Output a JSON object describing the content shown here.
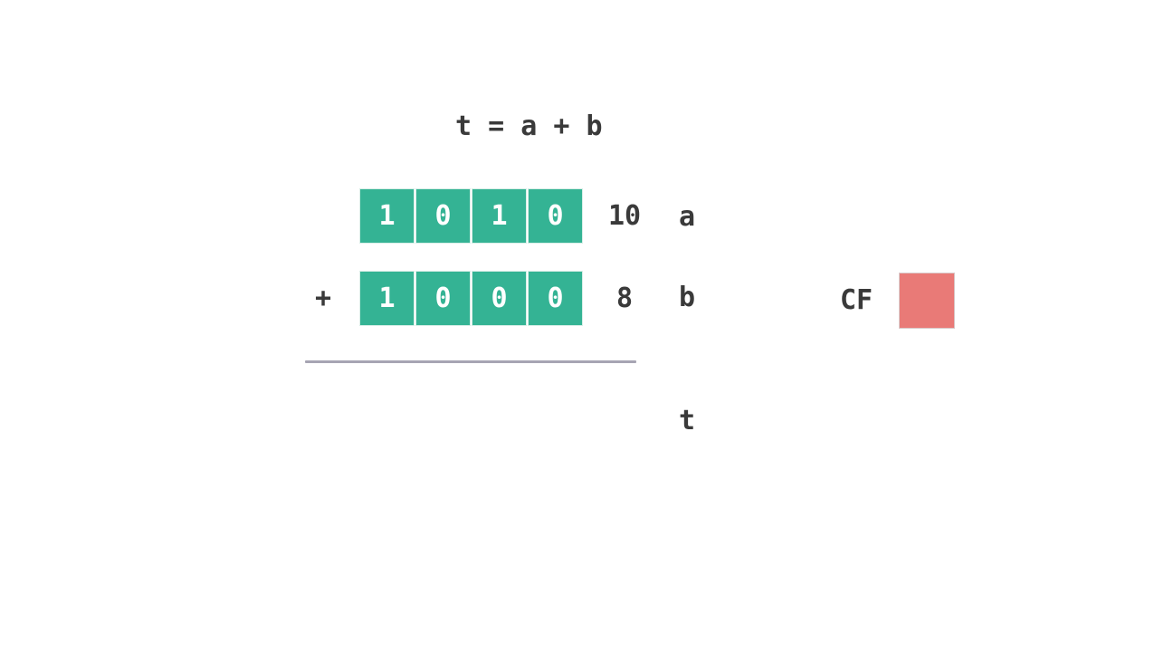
{
  "equation": "t = a + b",
  "operand_a": {
    "name": "a",
    "bits": [
      "1",
      "0",
      "1",
      "0"
    ],
    "decimal": "10"
  },
  "operand_b": {
    "name": "b",
    "bits": [
      "1",
      "0",
      "0",
      "0"
    ],
    "decimal": "8"
  },
  "operator": "+",
  "result": {
    "name": "t"
  },
  "carry_flag": {
    "label": "CF"
  },
  "colors": {
    "bit_cell": "#34b394",
    "carry_flag_box": "#e97a77",
    "sum_line": "#a7a5b3",
    "text": "#3a3a3a"
  }
}
